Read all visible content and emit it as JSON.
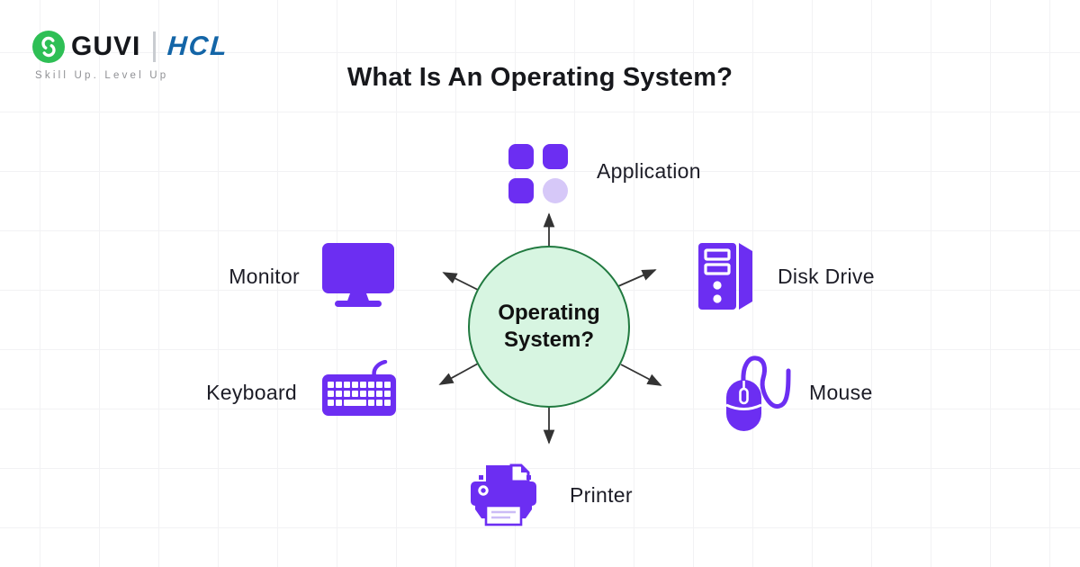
{
  "header": {
    "brand": {
      "guvi": "GUVI",
      "partner": "HCL",
      "tagline": "Skill Up. Level Up",
      "logo_icon": "guvi-chain-g-icon"
    },
    "title": "What Is An Operating System?"
  },
  "diagram": {
    "center": {
      "line1": "Operating",
      "line2": "System?"
    },
    "nodes": [
      {
        "id": "application",
        "label": "Application",
        "icon": "app-grid-icon",
        "position": "top"
      },
      {
        "id": "monitor",
        "label": "Monitor",
        "icon": "monitor-icon",
        "position": "upper-left"
      },
      {
        "id": "disk-drive",
        "label": "Disk Drive",
        "icon": "disk-drive-icon",
        "position": "upper-right"
      },
      {
        "id": "keyboard",
        "label": "Keyboard",
        "icon": "keyboard-icon",
        "position": "lower-left"
      },
      {
        "id": "mouse",
        "label": "Mouse",
        "icon": "mouse-icon",
        "position": "lower-right"
      },
      {
        "id": "printer",
        "label": "Printer",
        "icon": "printer-icon",
        "position": "bottom"
      }
    ]
  },
  "colors": {
    "accent_purple": "#6C2EF2",
    "accent_purple_light": "#D6C8F8",
    "circle_fill": "#D7F5E1",
    "circle_border": "#20793F",
    "guvi_green": "#2EBF55",
    "hcl_blue": "#1365A7",
    "text_dark": "#1C1C26",
    "title_dark": "#17181C",
    "arrow": "#333333",
    "grid_line": "#F2F2F4",
    "tagline_gray": "#8F9094"
  }
}
